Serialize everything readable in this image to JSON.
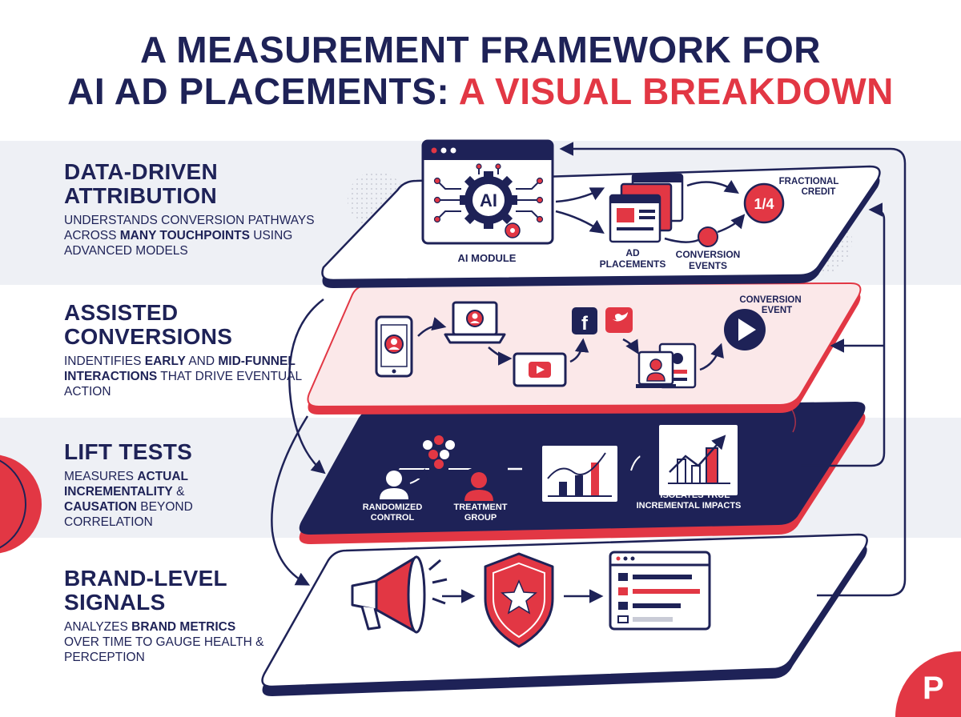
{
  "title": {
    "line1": "A MEASUREMENT FRAMEWORK FOR",
    "line2_prefix": "AI AD PLACEMENTS:",
    "line2_accent": "A VISUAL BREAKDOWN"
  },
  "sections": [
    {
      "heading_line1": "DATA-DRIVEN",
      "heading_line2": "ATTRIBUTION",
      "desc_parts": [
        {
          "text": "UNDERSTANDS CONVERSION PATHWAYS ACROSS ",
          "bold": false
        },
        {
          "text": "MANY TOUCHPOINTS",
          "bold": true
        },
        {
          "text": " USING ADVANCED MODELS",
          "bold": false
        }
      ]
    },
    {
      "heading_line1": "ASSISTED",
      "heading_line2": "CONVERSIONS",
      "desc_parts": [
        {
          "text": "INDENTIFIES ",
          "bold": false
        },
        {
          "text": "EARLY",
          "bold": true
        },
        {
          "text": " AND ",
          "bold": false
        },
        {
          "text": "MID-FUNNEL INTERACTIONS",
          "bold": true
        },
        {
          "text": " THAT DRIVE EVENTUAL ACTION",
          "bold": false
        }
      ]
    },
    {
      "heading_line1": "LIFT TESTS",
      "heading_line2": "",
      "desc_parts": [
        {
          "text": "MEASURES ",
          "bold": false
        },
        {
          "text": "ACTUAL INCREMENTALITY",
          "bold": true
        },
        {
          "text": " & ",
          "bold": false
        },
        {
          "text": "CAUSATION",
          "bold": true
        },
        {
          "text": " BEYOND CORRELATION",
          "bold": false
        }
      ]
    },
    {
      "heading_line1": "BRAND-LEVEL",
      "heading_line2": "SIGNALS",
      "desc_parts": [
        {
          "text": "ANALYZES ",
          "bold": false
        },
        {
          "text": "BRAND METRICS",
          "bold": true
        },
        {
          "text": " OVER TIME TO GAUGE HEALTH & PERCEPTION",
          "bold": false
        }
      ]
    }
  ],
  "diagram": {
    "ai_icon_text": "AI",
    "ai_module_label": "AI MODULE",
    "ad_placements_line1": "AD",
    "ad_placements_line2": "PLACEMENTS",
    "conversion_events_line1": "CONVERSION",
    "conversion_events_line2": "EVENTS",
    "fractional_credit_line1": "FRACTIONAL",
    "fractional_credit_line2": "CREDIT",
    "fraction_value": "1/4",
    "conversion_event_line1": "CONVERSION",
    "conversion_event_line2": "EVENT",
    "facebook_glyph": "f",
    "randomized_control_line1": "RANDOMIZED",
    "randomized_control_line2": "CONTROL",
    "treatment_group_line1": "TREATMENT",
    "treatment_group_line2": "GROUP",
    "isolates_line1": "ISOLATES TRUE",
    "isolates_line2": "INCREMENTAL IMPACTS"
  },
  "colors": {
    "navy": "#1e2257",
    "red": "#e23744",
    "pink": "#fbe8e9",
    "band": "#eef0f5"
  },
  "logo_glyph": "P"
}
